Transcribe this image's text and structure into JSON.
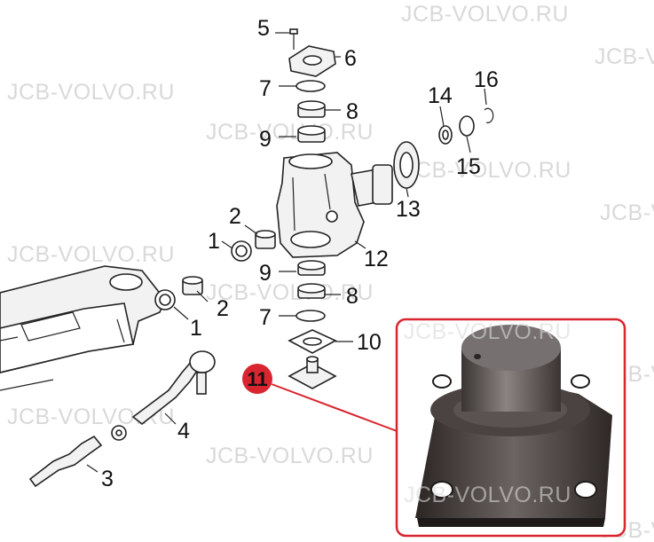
{
  "watermark": "JCB-VOLVO.RU",
  "highlight": {
    "number": "11",
    "badge_color": "#d9252f",
    "frame_color": "#d9252f"
  },
  "callouts": {
    "c1a": "1",
    "c1b": "1",
    "c2a": "2",
    "c2b": "2",
    "c3": "3",
    "c4": "4",
    "c5": "5",
    "c6": "6",
    "c7a": "7",
    "c7b": "7",
    "c8a": "8",
    "c8b": "8",
    "c9a": "9",
    "c9b": "9",
    "c10": "10",
    "c12": "12",
    "c13": "13",
    "c14": "14",
    "c15": "15",
    "c16": "16"
  },
  "icons": {
    "axle": "axle-beam-icon",
    "housing": "steering-knuckle-housing-icon",
    "photo": "king-pin-photo"
  }
}
